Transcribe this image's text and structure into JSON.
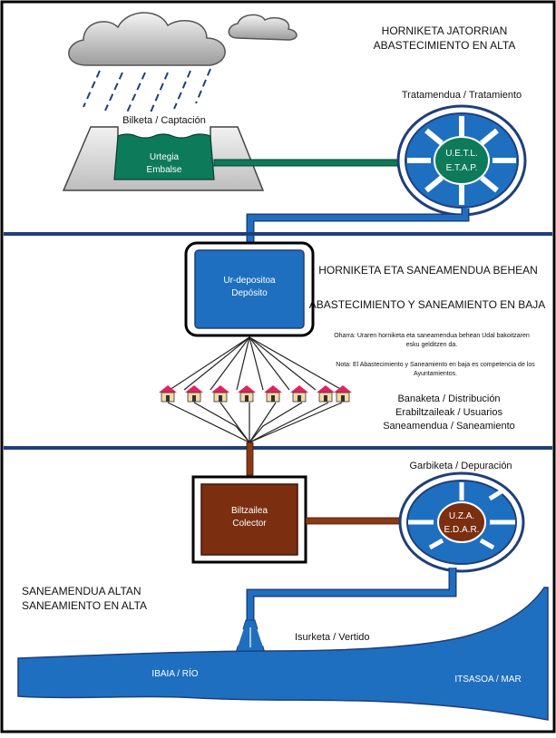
{
  "headers": {
    "top_line1": "HORNIKETA JATORRIAN",
    "top_line2": "ABASTECIMIENTO EN ALTA",
    "middle_line1": "HORNIKETA ETA SANEAMENDUA BEHEAN",
    "middle_line2": "ABASTECIMIENTO Y SANEAMIENTO EN BAJA",
    "bottom_line1": "SANEAMENDUA ALTAN",
    "bottom_line2": "SANEAMIENTO EN ALTA"
  },
  "notes": {
    "note_eu_1": "Oharra: Uraren horniketa eta saneamendua behean Udal bakoitzaren",
    "note_eu_2": "esku gelditzen da.",
    "note_es_1": "Nota: El Abastecimiento y Saneamiento en baja es competencia de los",
    "note_es_2": "Ayuntamientos."
  },
  "labels": {
    "captacion": "Bilketa / Captación",
    "embalse_1": "Urtegia",
    "embalse_2": "Embalse",
    "tratamiento": "Tratamendua / Tratamiento",
    "etap_1": "U.E.T.L.",
    "etap_2": "E.T.A.P.",
    "deposito_1": "Ur-depositoa",
    "deposito_2": "Depósito",
    "distribucion": "Banaketa / Distribución",
    "usuarios": "Erabiltzaileak / Usuarios",
    "saneamiento": "Saneamendua / Saneamiento",
    "depuracion": "Garbiketa / Depuración",
    "edar_1": "U.Z.A.",
    "edar_2": "E.D.A.R.",
    "colector_1": "Biltzailea",
    "colector_2": "Colector",
    "vertido": "Isurketa / Vertido",
    "rio": "IBAIA / RÍO",
    "mar": "ITSASOA / MAR"
  },
  "colors": {
    "water": "#1f6fc0",
    "divider": "#1f3f7a",
    "reservoir": "#0d7a5a",
    "collector": "#7b2f10",
    "sewage_pipe": "#8b3a16",
    "houses": "#e0245e"
  }
}
